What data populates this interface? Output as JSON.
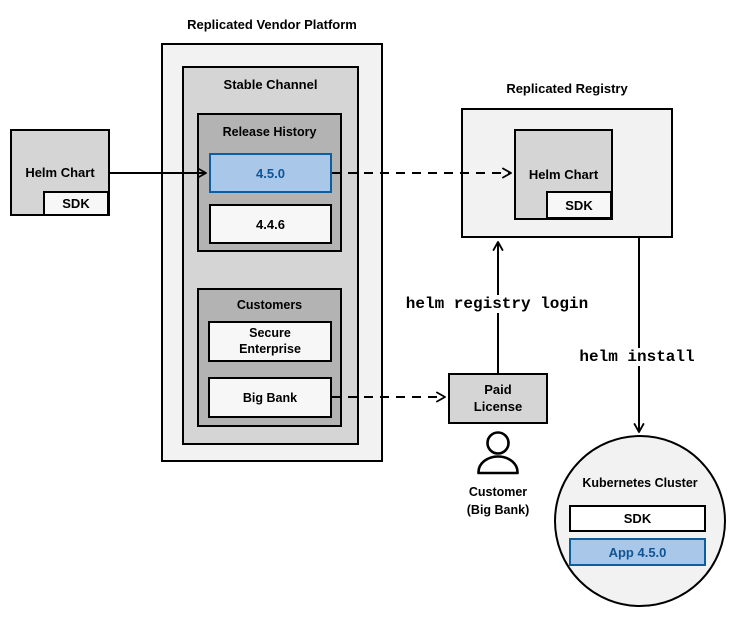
{
  "colors": {
    "highlight_fill": "#a9c7e8",
    "highlight_border": "#0d5e9e",
    "highlight_text": "#0f5596",
    "outer_gray": "#f2f2f2",
    "mid_gray": "#d5d5d5",
    "dark_gray": "#b3b3b3"
  },
  "platform": {
    "title": "Replicated Vendor Platform",
    "stable_channel_label": "Stable Channel",
    "release_history": {
      "label": "Release History",
      "release_new": "4.5.0",
      "release_old": "4.4.6"
    },
    "customers": {
      "label": "Customers",
      "customer_1": "Secure Enterprise",
      "customer_2": "Big Bank"
    }
  },
  "source_chart": {
    "helm_chart_label": "Helm Chart",
    "sdk_label": "SDK"
  },
  "registry": {
    "title": "Replicated Registry",
    "helm_chart_label": "Helm Chart",
    "sdk_label": "SDK"
  },
  "license": {
    "label": "Paid License"
  },
  "customer": {
    "caption": "Customer (Big Bank)"
  },
  "cluster": {
    "title": "Kubernetes Cluster",
    "sdk_label": "SDK",
    "app_label": "App 4.5.0"
  },
  "commands": {
    "registry_login": "helm registry login",
    "install": "helm install"
  }
}
